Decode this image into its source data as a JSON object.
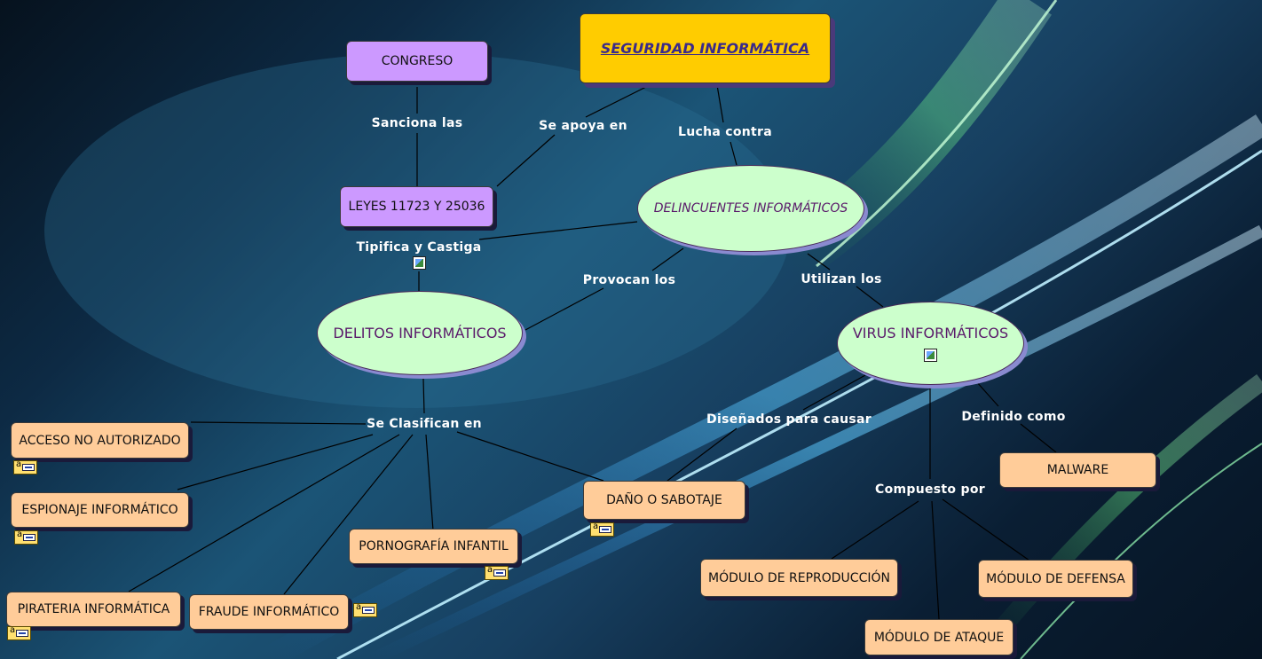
{
  "nodes": {
    "seguridad": "SEGURIDAD INFORMÁTICA",
    "congreso": "CONGRESO",
    "leyes": "LEYES 11723 Y 25036",
    "delincuentes": "DELINCUENTES INFORMÁTICOS",
    "delitos": "DELITOS INFORMÁTICOS",
    "virus": "VIRUS INFORMÁTICOS",
    "acceso": "ACCESO NO AUTORIZADO",
    "espionaje": "ESPIONAJE INFORMÁTICO",
    "pornografia": "PORNOGRAFÍA INFANTIL",
    "pirateria": "PIRATERIA INFORMÁTICA",
    "fraude": "FRAUDE INFORMÁTICO",
    "dano": "DAÑO O SABOTAJE",
    "malware": "MALWARE",
    "mod_reproduccion": "MÓDULO DE REPRODUCCIÓN",
    "mod_defensa": "MÓDULO DE DEFENSA",
    "mod_ataque": "MÓDULO DE ATAQUE"
  },
  "links": {
    "sanciona": "Sanciona las",
    "se_apoya": "Se apoya en",
    "lucha": "Lucha contra",
    "tipifica": "Tipifica y Castiga",
    "provocan": "Provocan los",
    "utilizan": "Utilizan los",
    "clasifican": "Se Clasifican en",
    "disenados": "Diseñados para causar",
    "definido": "Definido como",
    "compuesto": "Compuesto por"
  },
  "colors": {
    "root": "#ffcc00",
    "source": "#cc99ff",
    "concept": "#ccffcc",
    "leaf": "#ffcc99"
  },
  "icons": {
    "doc_badge": "document-resource-icon",
    "img_badge": "image-resource-icon"
  }
}
